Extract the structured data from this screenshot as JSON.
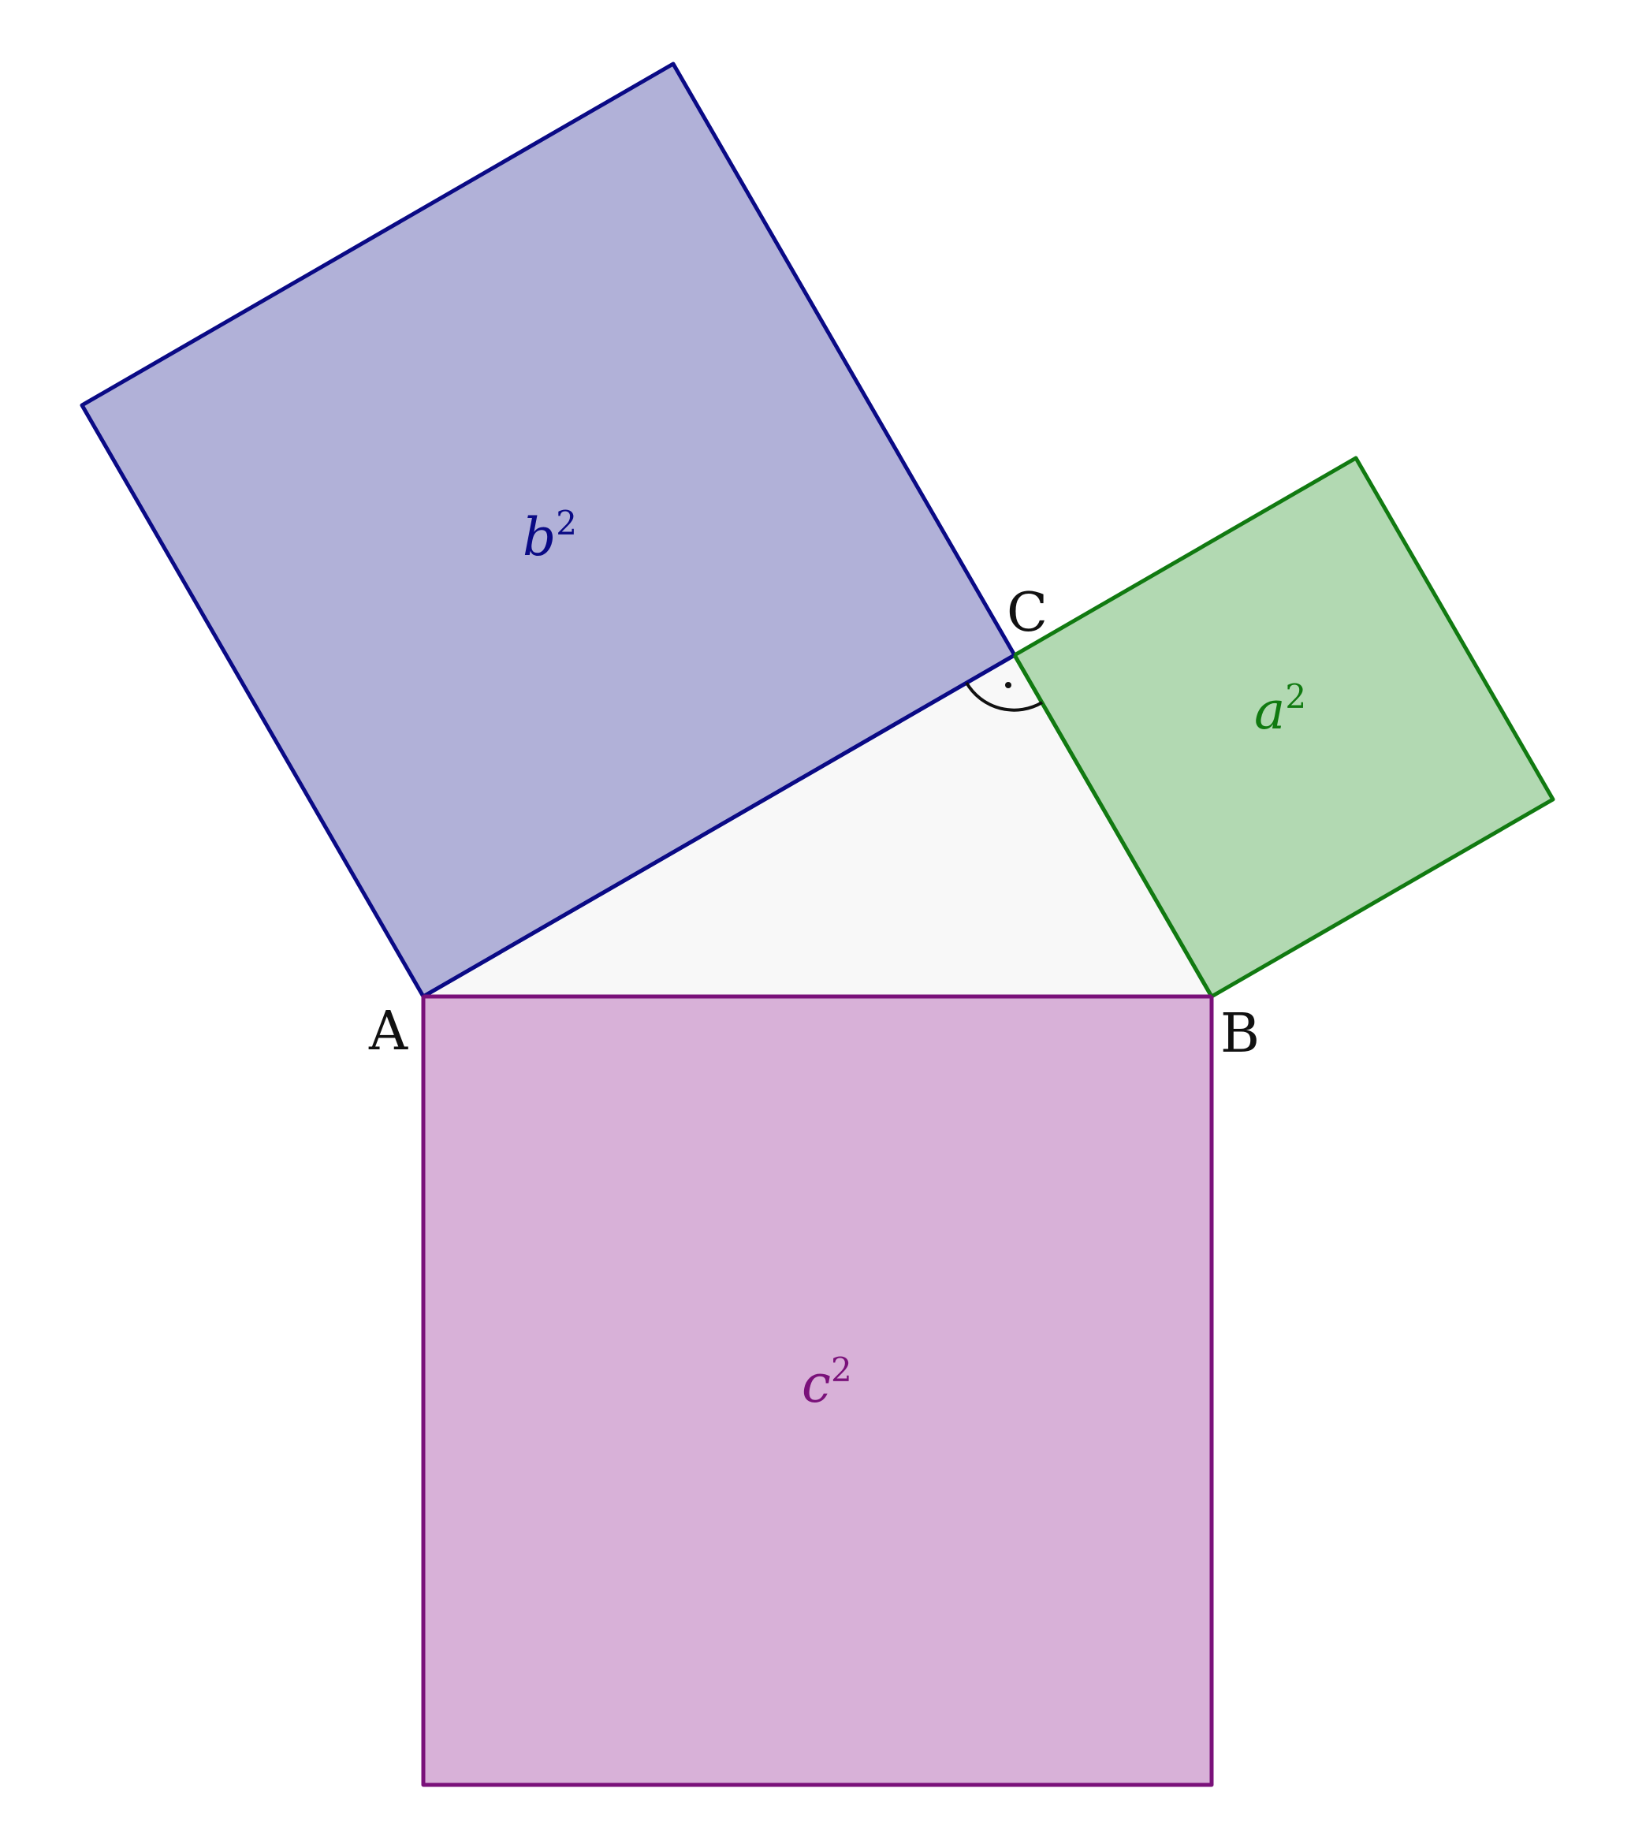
{
  "vertices": {
    "A": "A",
    "B": "B",
    "C": "C"
  },
  "squares": {
    "a": {
      "base": "a",
      "exponent": "2",
      "fill": "#b2d9b2",
      "stroke": "#117a11"
    },
    "b": {
      "base": "b",
      "exponent": "2",
      "fill": "#b1b1d8",
      "stroke": "#0a0a85"
    },
    "c": {
      "base": "c",
      "exponent": "2",
      "fill": "#d8b1d8",
      "stroke": "#7a117a"
    }
  },
  "triangle": {
    "fill": "#f8f8f8"
  },
  "right_angle_marker": {
    "symbol": "·",
    "stroke": "#111111"
  }
}
